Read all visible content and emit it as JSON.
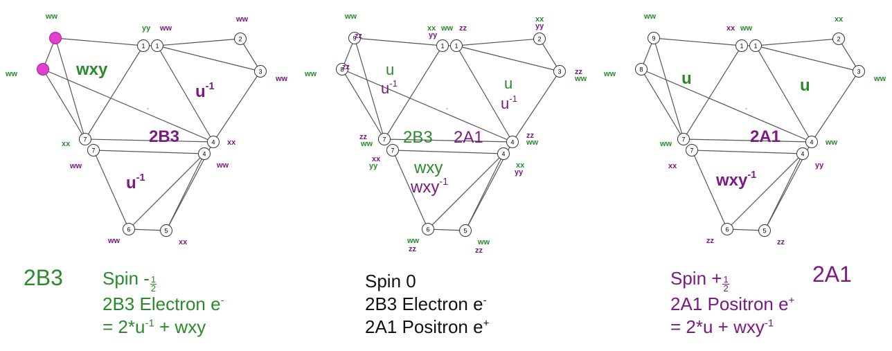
{
  "colors": {
    "green": "#2a8a2a",
    "purple": "#7a1a82",
    "black": "#111111",
    "magenta": "#e040d0",
    "edge": "#555555"
  },
  "diagrams": [
    {
      "center_symbol": "-",
      "regions": {
        "left_top": "wxy",
        "right": "u",
        "right_exp": "-1",
        "center": "2B3",
        "bottom": "u",
        "bottom_exp": "-1"
      },
      "nodes": [
        {
          "label": "",
          "tags": [
            {
              "text": "ww",
              "color": "green"
            }
          ]
        },
        {
          "label": "",
          "tags": [
            {
              "text": "ww",
              "color": "green"
            }
          ]
        },
        {
          "label": "1",
          "tags": []
        },
        {
          "label": "1",
          "tags": [
            {
              "text": "yy",
              "color": "green"
            },
            {
              "text": "ww",
              "color": "purple"
            }
          ]
        },
        {
          "label": "2",
          "tags": [
            {
              "text": "ww",
              "color": "purple"
            }
          ]
        },
        {
          "label": "3",
          "tags": [
            {
              "text": "ww",
              "color": "purple"
            }
          ]
        },
        {
          "label": "7",
          "tags": [
            {
              "text": "xx",
              "color": "green"
            }
          ]
        },
        {
          "label": "7",
          "tags": [
            {
              "text": "ww",
              "color": "purple"
            }
          ]
        },
        {
          "label": "4",
          "tags": [
            {
              "text": "xx",
              "color": "purple"
            }
          ]
        },
        {
          "label": "4",
          "tags": [
            {
              "text": "ww",
              "color": "purple"
            }
          ]
        },
        {
          "label": "6",
          "tags": [
            {
              "text": "ww",
              "color": "purple"
            }
          ]
        },
        {
          "label": "5",
          "tags": [
            {
              "text": "xx",
              "color": "purple"
            }
          ]
        }
      ]
    },
    {
      "center_symbol": "-",
      "regions": {
        "left_u": "u",
        "left_u_inv": "u",
        "left_exp": "-1",
        "right_u": "u",
        "right_u_inv": "u",
        "right_exp": "-1",
        "center_green": "2B3",
        "center_purple": "2A1",
        "bottom_green": "wxy",
        "bottom_purple": "wxy",
        "bottom_exp": "-1"
      },
      "nodes": [
        {
          "label": "9",
          "tags": [
            {
              "text": "ww",
              "color": "green"
            },
            {
              "text": "zz",
              "color": "purple"
            }
          ]
        },
        {
          "label": "8",
          "tags": [
            {
              "text": "ww",
              "color": "green"
            },
            {
              "text": "zz",
              "color": "purple"
            }
          ]
        },
        {
          "label": "1",
          "tags": [
            {
              "text": "xx",
              "color": "green"
            },
            {
              "text": "yy",
              "color": "purple"
            }
          ]
        },
        {
          "label": "1",
          "tags": [
            {
              "text": "ww",
              "color": "green"
            },
            {
              "text": "zz",
              "color": "purple"
            }
          ]
        },
        {
          "label": "2",
          "tags": [
            {
              "text": "xx",
              "color": "green"
            },
            {
              "text": "yy",
              "color": "purple"
            }
          ]
        },
        {
          "label": "3",
          "tags": [
            {
              "text": "ww",
              "color": "green"
            },
            {
              "text": "zz",
              "color": "purple"
            }
          ]
        },
        {
          "label": "7",
          "tags": [
            {
              "text": "ww",
              "color": "green"
            },
            {
              "text": "zz",
              "color": "purple"
            }
          ]
        },
        {
          "label": "7",
          "tags": [
            {
              "text": "yy",
              "color": "green"
            },
            {
              "text": "xx",
              "color": "purple"
            }
          ]
        },
        {
          "label": "4",
          "tags": [
            {
              "text": "ww",
              "color": "green"
            },
            {
              "text": "zz",
              "color": "purple"
            }
          ]
        },
        {
          "label": "4",
          "tags": [
            {
              "text": "xx",
              "color": "green"
            },
            {
              "text": "yy",
              "color": "purple"
            }
          ]
        },
        {
          "label": "6",
          "tags": [
            {
              "text": "ww",
              "color": "green"
            },
            {
              "text": "zz",
              "color": "purple"
            }
          ]
        },
        {
          "label": "5",
          "tags": [
            {
              "text": "ww",
              "color": "green"
            },
            {
              "text": "zz",
              "color": "purple"
            }
          ]
        }
      ]
    },
    {
      "center_symbol": "-",
      "regions": {
        "left": "u",
        "right": "u",
        "center": "2A1",
        "bottom": "wxy",
        "bottom_exp": "-1"
      },
      "nodes": [
        {
          "label": "9",
          "tags": [
            {
              "text": "ww",
              "color": "green"
            }
          ]
        },
        {
          "label": "8",
          "tags": [
            {
              "text": "ww",
              "color": "green"
            }
          ]
        },
        {
          "label": "1",
          "tags": [
            {
              "text": "xx",
              "color": "purple"
            }
          ]
        },
        {
          "label": "1",
          "tags": [
            {
              "text": "ww",
              "color": "green"
            }
          ]
        },
        {
          "label": "2",
          "tags": [
            {
              "text": "xx",
              "color": "green"
            }
          ]
        },
        {
          "label": "3",
          "tags": [
            {
              "text": "ww",
              "color": "green"
            }
          ]
        },
        {
          "label": "7",
          "tags": [
            {
              "text": "ww",
              "color": "green"
            }
          ]
        },
        {
          "label": "7",
          "tags": [
            {
              "text": "xx",
              "color": "purple"
            }
          ]
        },
        {
          "label": "4",
          "tags": [
            {
              "text": "ww",
              "color": "green"
            }
          ]
        },
        {
          "label": "4",
          "tags": [
            {
              "text": "yy",
              "color": "purple"
            }
          ]
        },
        {
          "label": "6",
          "tags": [
            {
              "text": "zz",
              "color": "purple"
            }
          ]
        },
        {
          "label": "5",
          "tags": [
            {
              "text": "zz",
              "color": "purple"
            }
          ]
        }
      ]
    }
  ],
  "captions": {
    "left": {
      "title": "2B3",
      "spin_prefix": "Spin -",
      "spin_num": "1",
      "spin_den": "2",
      "line2": "2B3 Electron e",
      "line2_sup": "-",
      "line3_a": "= 2*u",
      "line3_sup": "-1",
      "line3_b": " + wxy"
    },
    "middle": {
      "line1": "Spin 0",
      "line2": "2B3 Electron e",
      "line2_sup": "-",
      "line3": "2A1 Positron e",
      "line3_sup": "+"
    },
    "right": {
      "title": "2A1",
      "spin_prefix": "Spin +",
      "spin_num": "1",
      "spin_den": "2",
      "line2": "2A1 Positron e",
      "line2_sup": "+",
      "line3_a": "= 2*u + wxy",
      "line3_sup": "-1"
    }
  }
}
